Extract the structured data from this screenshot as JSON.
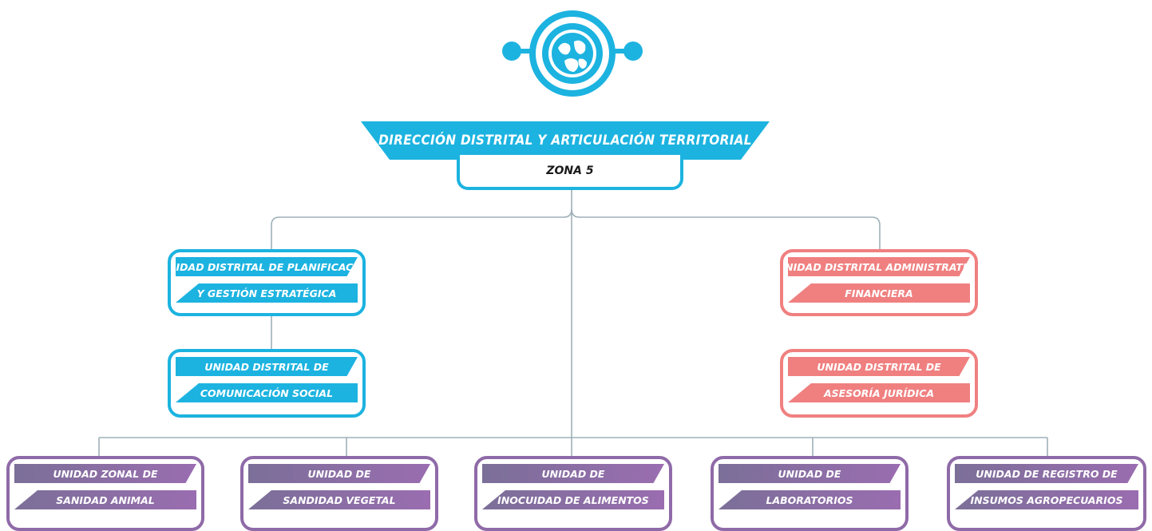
{
  "header": {
    "title": "DIRECCIÓN DISTRITAL Y ARTICULACIÓN TERRITORIAL",
    "zone": "ZONA 5"
  },
  "colors": {
    "blue": "#1cb3e0",
    "red": "#f08080",
    "purple_dark": "#7b6f98",
    "purple_light": "#9a6db0",
    "connector": "#9fb0b8"
  },
  "icons": {
    "logo": "agrocalidad-logo-icon"
  },
  "left_units": [
    {
      "line1": "UNIDAD DISTRITAL DE PLANIFICACIÓN",
      "line2": "Y GESTIÓN ESTRATÉGICA"
    },
    {
      "line1": "UNIDAD DISTRITAL DE",
      "line2": "COMUNICACIÓN SOCIAL"
    }
  ],
  "right_units": [
    {
      "line1": "UNIDAD DISTRITAL ADMINISTRATIVA",
      "line2": "FINANCIERA"
    },
    {
      "line1": "UNIDAD DISTRITAL DE",
      "line2": "ASESORÍA JURÍDICA"
    }
  ],
  "bottom_units": [
    {
      "line1": "UNIDAD ZONAL DE",
      "line2": "SANIDAD ANIMAL"
    },
    {
      "line1": "UNIDAD DE",
      "line2": "SANDIDAD VEGETAL"
    },
    {
      "line1": "UNIDAD DE",
      "line2": "INOCUIDAD DE ALIMENTOS"
    },
    {
      "line1": "UNIDAD DE",
      "line2": "LABORATORIOS"
    },
    {
      "line1": "UNIDAD DE REGISTRO DE",
      "line2": "INSUMOS AGROPECUARIOS"
    }
  ]
}
